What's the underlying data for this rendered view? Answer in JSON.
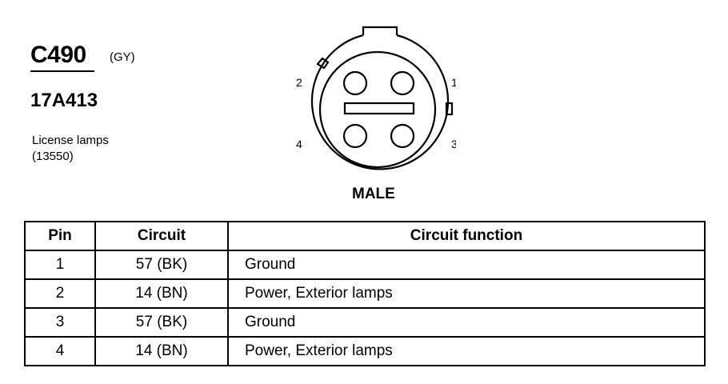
{
  "connector": {
    "id": "C490",
    "color_code": "(GY)",
    "part_number": "17A413",
    "description_line1": "License lamps",
    "description_line2": "(13550)",
    "gender": "MALE",
    "pin_labels": {
      "p1": "1",
      "p2": "2",
      "p3": "3",
      "p4": "4"
    }
  },
  "table": {
    "headers": {
      "pin": "Pin",
      "circuit": "Circuit",
      "function": "Circuit function"
    },
    "rows": [
      {
        "pin": "1",
        "circuit": "57 (BK)",
        "function": "Ground"
      },
      {
        "pin": "2",
        "circuit": "14 (BN)",
        "function": "Power, Exterior lamps"
      },
      {
        "pin": "3",
        "circuit": "57 (BK)",
        "function": "Ground"
      },
      {
        "pin": "4",
        "circuit": "14 (BN)",
        "function": "Power, Exterior lamps"
      }
    ]
  }
}
